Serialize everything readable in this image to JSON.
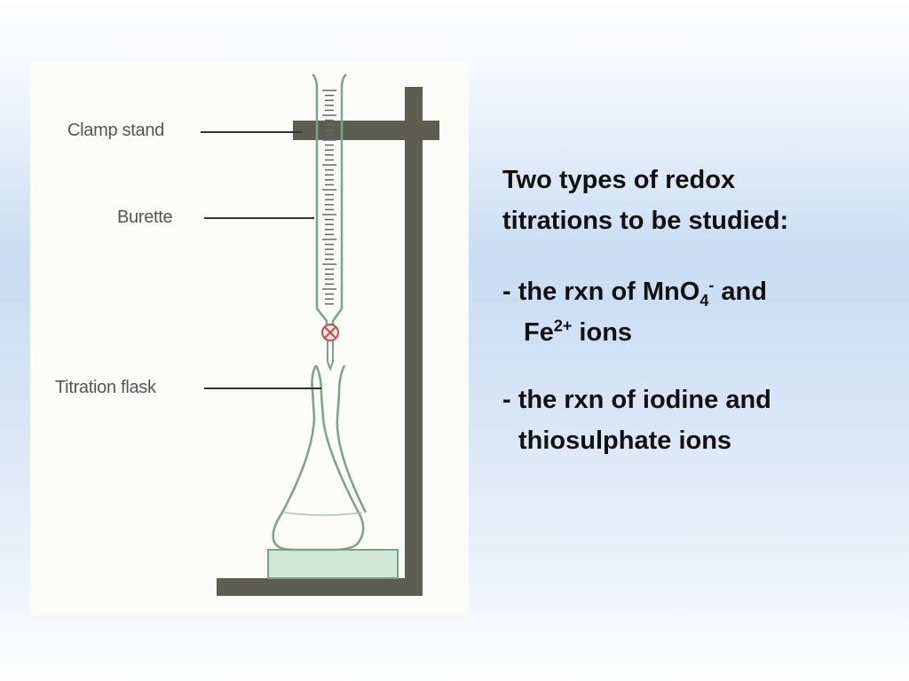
{
  "diagram": {
    "labels": {
      "clamp_stand": "Clamp stand",
      "burette": "Burette",
      "titration_flask": "Titration flask"
    },
    "colors": {
      "stand": "#5d5d52",
      "glass_outline": "#7fa08a",
      "base_block": "#cfe6d8",
      "label_text": "#555555"
    }
  },
  "text": {
    "heading_line1": "Two types of redox",
    "heading_line2": "titrations to be studied:",
    "item1_prefix": "- the rxn of MnO",
    "item1_sub": "4",
    "item1_sup": "-",
    "item1_suffix": " and",
    "item1_line2_prefix": "Fe",
    "item1_line2_sup": "2+",
    "item1_line2_suffix": " ions",
    "item2_line1": "- the rxn of iodine and",
    "item2_line2": "thiosulphate ions"
  }
}
